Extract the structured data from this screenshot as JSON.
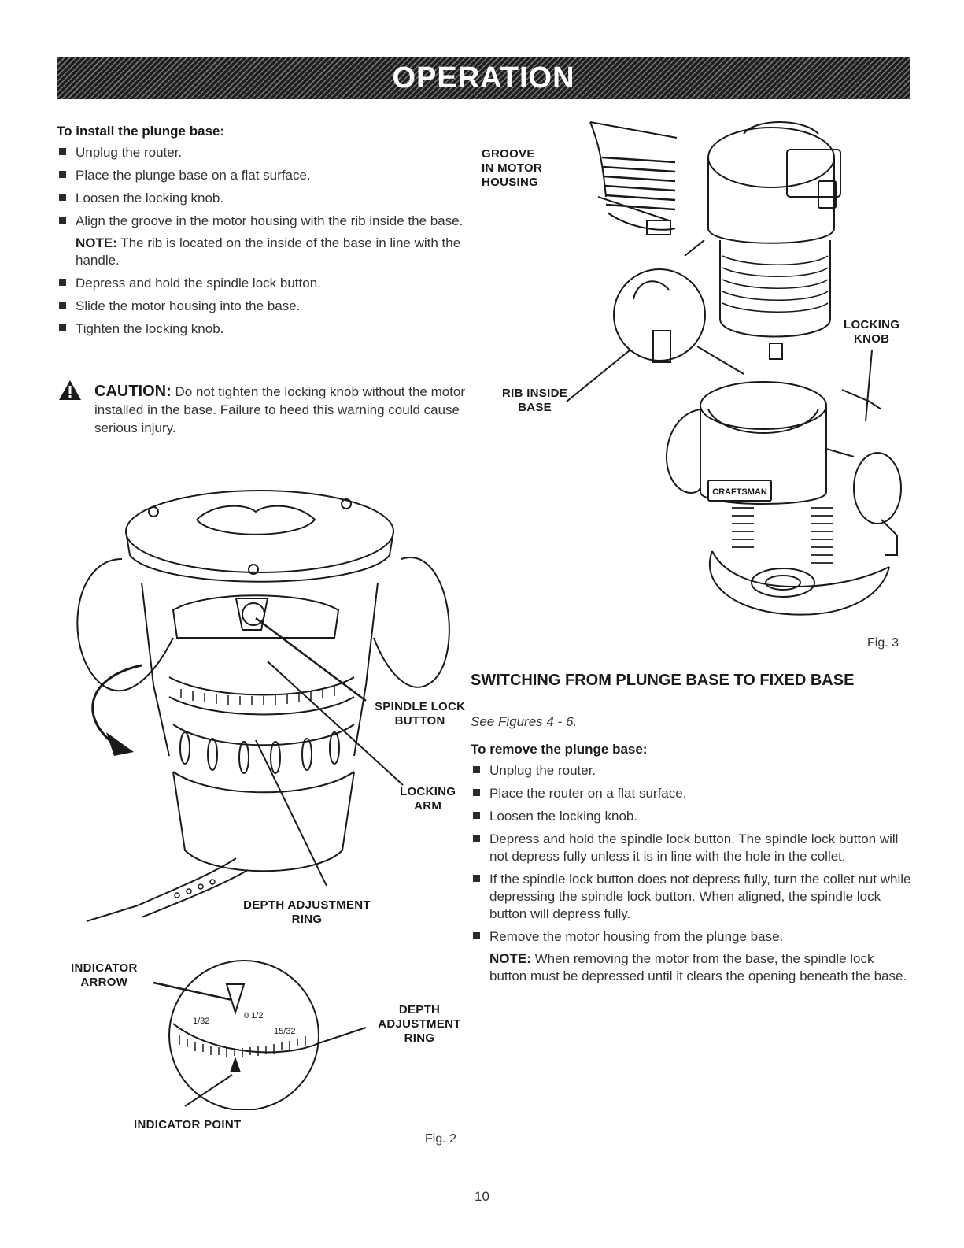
{
  "banner": {
    "title": "OPERATION"
  },
  "install": {
    "heading": "To install the plunge base:",
    "steps": [
      "Unplug the router.",
      "Place the plunge base on a flat surface.",
      "Loosen the locking knob.",
      "Align the groove in the motor housing with the rib inside the base.",
      "Depress and hold the spindle lock button.",
      "Slide the motor housing into the base.",
      "Tighten the locking knob."
    ],
    "note_label": "NOTE:",
    "note_text": " The rib is located on the inside of the base in line with the handle."
  },
  "caution": {
    "label": "CAUTION:",
    "text": " Do not tighten the locking knob without the motor installed in the base. Failure to heed this warning could cause serious injury."
  },
  "fig3": {
    "labels": {
      "groove": "GROOVE IN MOTOR HOUSING",
      "groove_l1": "GROOVE",
      "groove_l2": "IN MOTOR",
      "groove_l3": "HOUSING",
      "locking_l1": "LOCKING",
      "locking_l2": "KNOB",
      "rib_l1": "RIB INSIDE",
      "rib_l2": "BASE"
    },
    "badge": "CRAFTSMAN",
    "caption": "Fig. 3"
  },
  "fig2": {
    "labels": {
      "spindle_l1": "SPINDLE LOCK",
      "spindle_l2": "BUTTON",
      "arm_l1": "LOCKING",
      "arm_l2": "ARM",
      "depth_ring_l1": "DEPTH ADJUSTMENT",
      "depth_ring_l2": "RING",
      "indicator_l1": "INDICATOR",
      "indicator_l2": "ARROW",
      "depth2_l1": "DEPTH",
      "depth2_l2": "ADJUSTMENT",
      "depth2_l3": "RING",
      "indicator_point": "INDICATOR POINT"
    },
    "scale_marks": {
      "left": "1/32",
      "mid": "0 1/2",
      "right": "15/32"
    },
    "caption": "Fig. 2"
  },
  "switching": {
    "title": "SWITCHING FROM PLUNGE BASE TO FIXED BASE",
    "see": "See Figures 4 - 6.",
    "heading": "To remove the plunge base:",
    "steps": [
      "Unplug the router.",
      "Place the router on a flat surface.",
      "Loosen the locking knob.",
      "Depress and hold the spindle lock button. The spindle lock button will not depress fully unless it is in line with the hole in the collet.",
      "If the spindle lock button does not depress fully, turn the collet nut while depressing the spindle lock button. When aligned, the spindle lock button will depress fully.",
      "Remove the motor housing from the plunge base."
    ],
    "note_label": "NOTE:",
    "note_text": " When removing the motor from the base, the spindle lock button must be depressed until it clears the opening beneath the base."
  },
  "page_number": "10"
}
